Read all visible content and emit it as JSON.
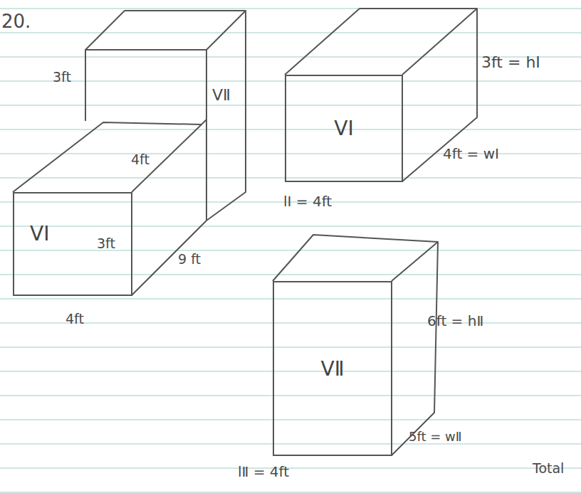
{
  "diagram": {
    "nodes": [
      {
        "text": [
          "VⅠ"
        ]
      },
      {
        "text": [
          "VⅠ"
        ]
      },
      {
        "text": [
          "VⅡ"
        ]
      }
    ],
    "labels": [
      "20.",
      "3ft",
      "VⅡ",
      "4ft",
      "3ft",
      "9 ft",
      "4ft",
      "3ft = hⅠ",
      "4ft = wⅠ",
      "lⅠ = 4ft",
      "6ft = hⅡ",
      "5ft = wⅡ",
      "lⅡ = 4ft",
      "Total"
    ]
  }
}
